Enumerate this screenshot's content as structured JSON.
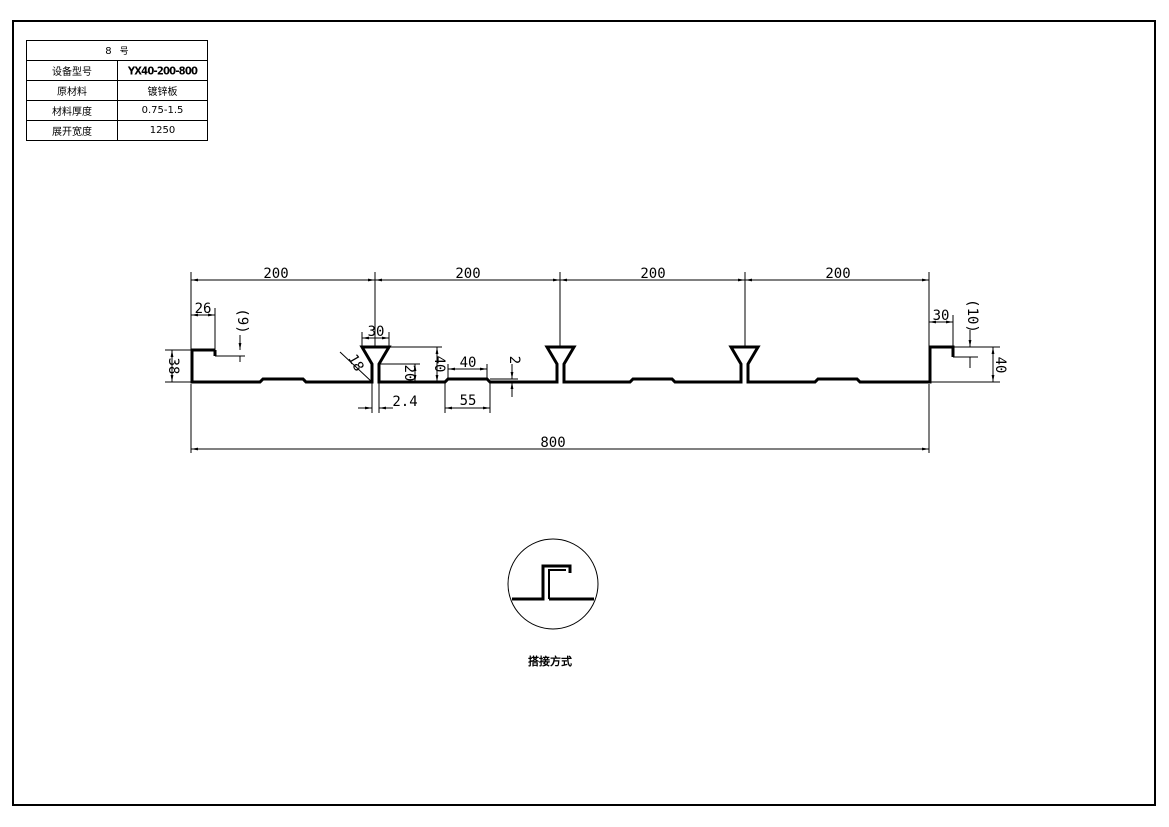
{
  "spec_table": {
    "number": "8",
    "number_suffix": "号",
    "rows": [
      {
        "label": "设备型号",
        "value": "YX40-200-800"
      },
      {
        "label": "原材料",
        "value": "镀锌板"
      },
      {
        "label": "材料厚度",
        "value": "0.75-1.5"
      },
      {
        "label": "展开宽度",
        "value": "1250"
      }
    ]
  },
  "dimensions": {
    "span_1": "200",
    "span_2": "200",
    "span_3": "200",
    "span_4": "200",
    "left_lip_width": "26",
    "left_lip_drop": "(9)",
    "left_height": "38",
    "rib_top_width": "30",
    "rib_slant": "18",
    "rib_height": "40",
    "rib_neck": "20",
    "rib_gap": "2.4",
    "groove_top": "40",
    "groove_bottom": "55",
    "groove_depth": "2",
    "right_lip_width": "30",
    "right_lip_drop": "(10)",
    "right_height": "40",
    "total_width": "800"
  },
  "detail_caption": "搭接方式"
}
